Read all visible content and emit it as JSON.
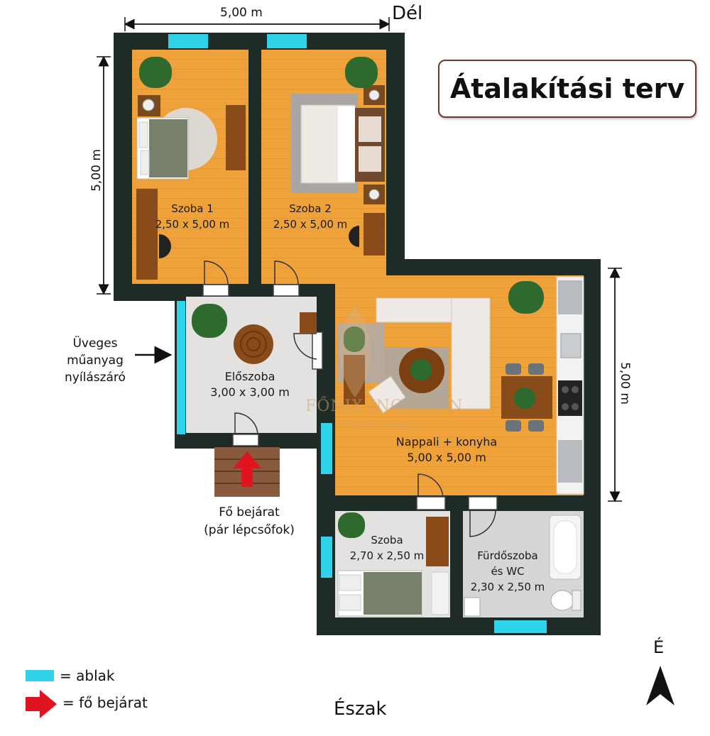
{
  "title": "Átalakítási terv",
  "orientation": {
    "south": "Dél",
    "north": "Észak",
    "compass_letter": "É"
  },
  "dimensions": {
    "top": "5,00 m",
    "left": "5,00 m",
    "right": "5,00 m"
  },
  "rooms": [
    {
      "name": "Szoba 1",
      "size": "2,50 x 5,00 m"
    },
    {
      "name": "Szoba 2",
      "size": "2,50 x 5,00 m"
    },
    {
      "name": "Előszoba",
      "size": "3,00 x 3,00 m"
    },
    {
      "name": "Nappali + konyha",
      "size": "5,00 x 5,00 m"
    },
    {
      "name": "Szoba",
      "size": "2,70 x 2,50 m"
    },
    {
      "name": "Fürdőszoba",
      "name2": "és WC",
      "size": "2,30 x 2,50 m"
    }
  ],
  "annotations": {
    "glass_door": [
      "Üveges",
      "műanyag",
      "nyílászáró"
    ],
    "entrance": [
      "Fő bejárat",
      "(pár lépcsőfok)"
    ]
  },
  "legend": {
    "window": "= ablak",
    "entrance": "= fő bejárat"
  },
  "watermark": {
    "name": "FŐNIX INGATLAN",
    "tagline": "OTTHON ÉRTÉK. BIZALOM."
  },
  "colors": {
    "wall": "#1f2b27",
    "floor_wood": "#f0a23a",
    "floor_tile": "#e4e2e0",
    "window": "#2fd3ea",
    "entrance_arrow": "#e0141e",
    "title_border": "#6b3a2a"
  }
}
